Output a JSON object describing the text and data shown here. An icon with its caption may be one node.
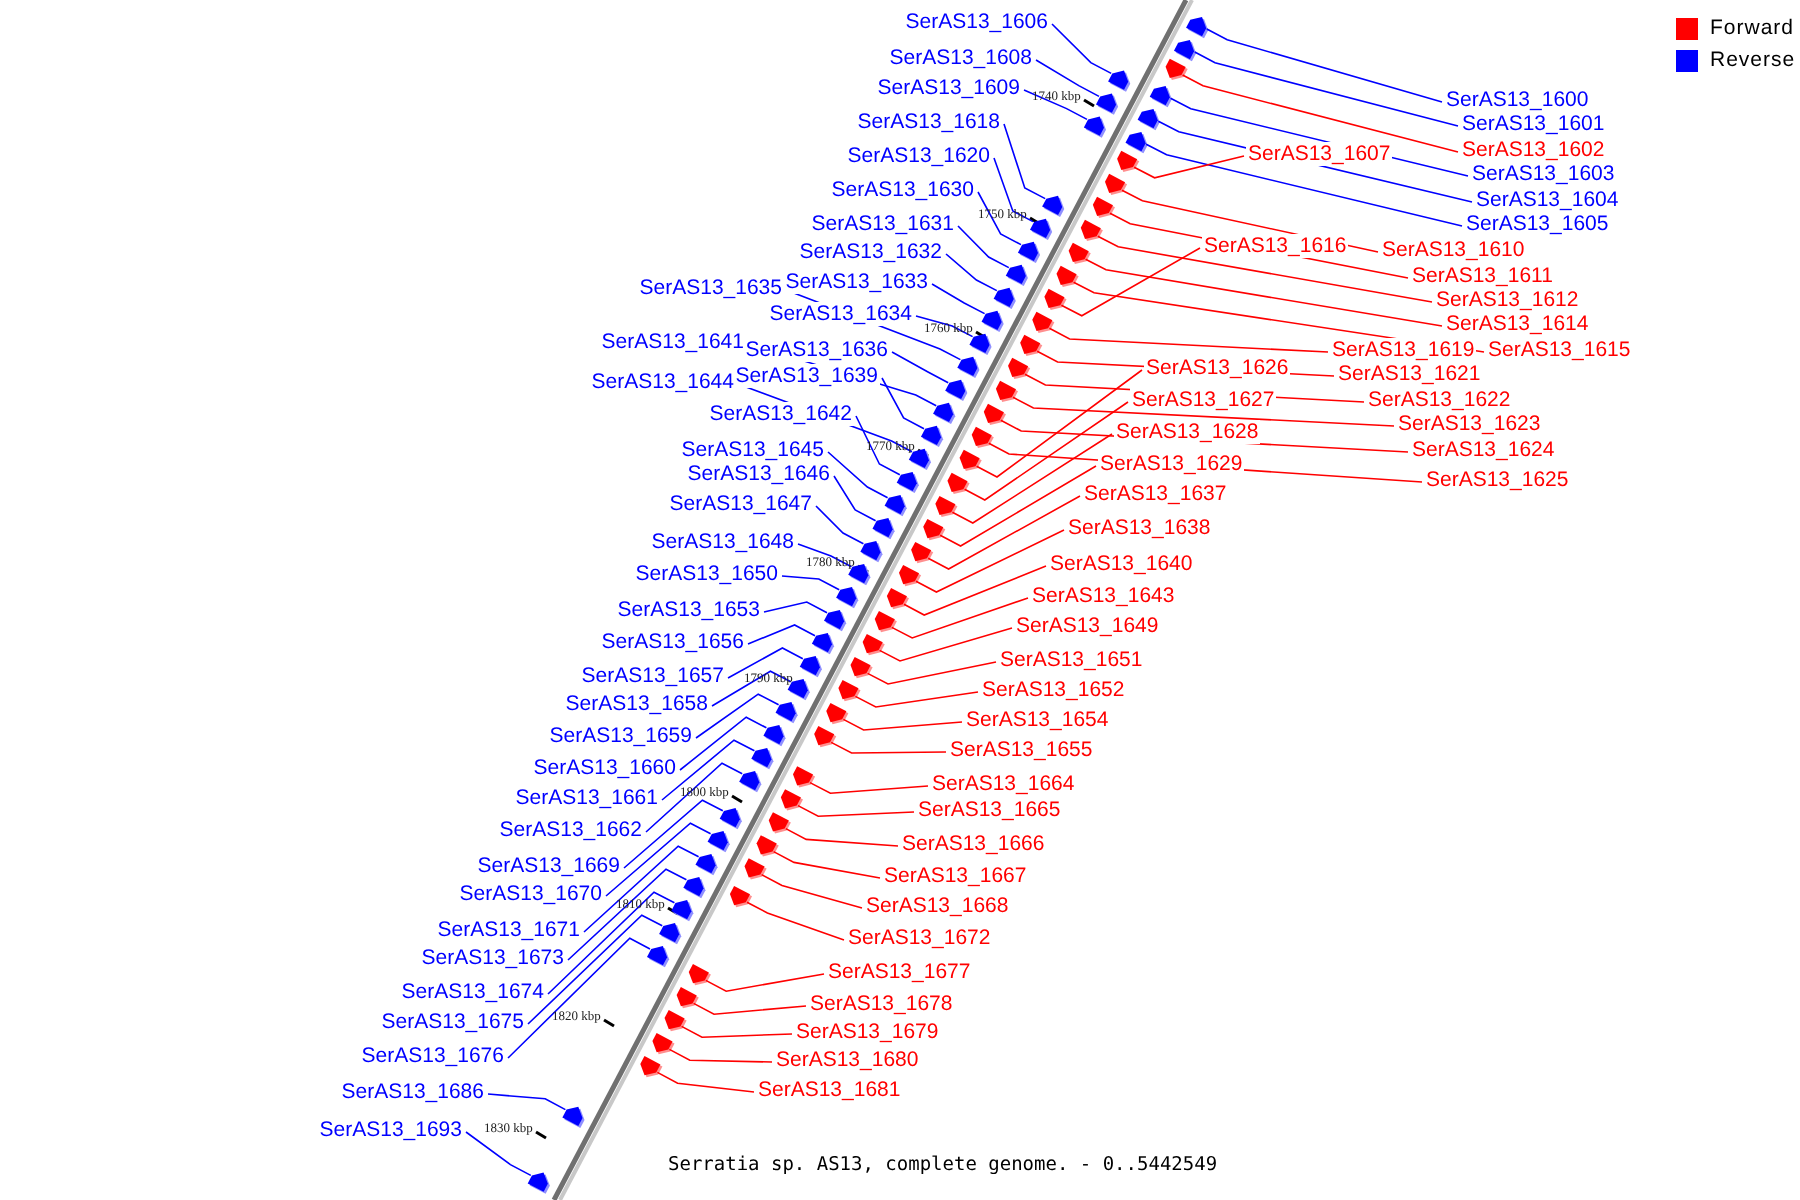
{
  "diagram": {
    "caption": "Serratia sp. AS13, complete genome. - 0..5442549",
    "nodes": [
      {
        "text": [
          "SerAS13_1606"
        ]
      },
      {
        "text": [
          "SerAS13_1608"
        ]
      },
      {
        "text": [
          "SerAS13_1609"
        ]
      },
      {
        "text": [
          "SerAS13_1618"
        ]
      },
      {
        "text": [
          "SerAS13_1620"
        ]
      },
      {
        "text": [
          "SerAS13_1630"
        ]
      },
      {
        "text": [
          "SerAS13_1631"
        ]
      },
      {
        "text": [
          "SerAS13_1632"
        ]
      },
      {
        "text": [
          "SerAS13_1633"
        ]
      },
      {
        "text": [
          "SerAS13_1635"
        ]
      },
      {
        "text": [
          "SerAS13_1634"
        ]
      },
      {
        "text": [
          "SerAS13_1641"
        ]
      },
      {
        "text": [
          "SerAS13_1636"
        ]
      },
      {
        "text": [
          "SerAS13_1639"
        ]
      },
      {
        "text": [
          "SerAS13_1644"
        ]
      },
      {
        "text": [
          "SerAS13_1642"
        ]
      },
      {
        "text": [
          "SerAS13_1645"
        ]
      },
      {
        "text": [
          "SerAS13_1646"
        ]
      },
      {
        "text": [
          "SerAS13_1647"
        ]
      },
      {
        "text": [
          "SerAS13_1648"
        ]
      },
      {
        "text": [
          "SerAS13_1650"
        ]
      },
      {
        "text": [
          "SerAS13_1653"
        ]
      },
      {
        "text": [
          "SerAS13_1656"
        ]
      },
      {
        "text": [
          "SerAS13_1657"
        ]
      },
      {
        "text": [
          "SerAS13_1658"
        ]
      },
      {
        "text": [
          "SerAS13_1659"
        ]
      },
      {
        "text": [
          "SerAS13_1660"
        ]
      },
      {
        "text": [
          "SerAS13_1661"
        ]
      },
      {
        "text": [
          "SerAS13_1662"
        ]
      },
      {
        "text": [
          "SerAS13_1669"
        ]
      },
      {
        "text": [
          "SerAS13_1670"
        ]
      },
      {
        "text": [
          "SerAS13_1671"
        ]
      },
      {
        "text": [
          "SerAS13_1673"
        ]
      },
      {
        "text": [
          "SerAS13_1674"
        ]
      },
      {
        "text": [
          "SerAS13_1675"
        ]
      },
      {
        "text": [
          "SerAS13_1676"
        ]
      },
      {
        "text": [
          "SerAS13_1686"
        ]
      },
      {
        "text": [
          "SerAS13_1693"
        ]
      },
      {
        "text": [
          "SerAS13_1600"
        ]
      },
      {
        "text": [
          "SerAS13_1601"
        ]
      },
      {
        "text": [
          "SerAS13_1602"
        ]
      },
      {
        "text": [
          "SerAS13_1603"
        ]
      },
      {
        "text": [
          "SerAS13_1604"
        ]
      },
      {
        "text": [
          "SerAS13_1605"
        ]
      },
      {
        "text": [
          "SerAS13_1607"
        ]
      },
      {
        "text": [
          "SerAS13_1610"
        ]
      },
      {
        "text": [
          "SerAS13_1616"
        ]
      },
      {
        "text": [
          "SerAS13_1611"
        ]
      },
      {
        "text": [
          "SerAS13_1612"
        ]
      },
      {
        "text": [
          "SerAS13_1614"
        ]
      },
      {
        "text": [
          "SerAS13_1615"
        ]
      },
      {
        "text": [
          "SerAS13_1619"
        ]
      },
      {
        "text": [
          "SerAS13_1621"
        ]
      },
      {
        "text": [
          "SerAS13_1626"
        ]
      },
      {
        "text": [
          "SerAS13_1622"
        ]
      },
      {
        "text": [
          "SerAS13_1627"
        ]
      },
      {
        "text": [
          "SerAS13_1623"
        ]
      },
      {
        "text": [
          "SerAS13_1624"
        ]
      },
      {
        "text": [
          "SerAS13_1625"
        ]
      },
      {
        "text": [
          "SerAS13_1628"
        ]
      },
      {
        "text": [
          "SerAS13_1629"
        ]
      },
      {
        "text": [
          "SerAS13_1637"
        ]
      },
      {
        "text": [
          "SerAS13_1638"
        ]
      },
      {
        "text": [
          "SerAS13_1640"
        ]
      },
      {
        "text": [
          "SerAS13_1643"
        ]
      },
      {
        "text": [
          "SerAS13_1649"
        ]
      },
      {
        "text": [
          "SerAS13_1651"
        ]
      },
      {
        "text": [
          "SerAS13_1652"
        ]
      },
      {
        "text": [
          "SerAS13_1654"
        ]
      },
      {
        "text": [
          "SerAS13_1655"
        ]
      },
      {
        "text": [
          "SerAS13_1664"
        ]
      },
      {
        "text": [
          "SerAS13_1665"
        ]
      },
      {
        "text": [
          "SerAS13_1666"
        ]
      },
      {
        "text": [
          "SerAS13_1667"
        ]
      },
      {
        "text": [
          "SerAS13_1668"
        ]
      },
      {
        "text": [
          "SerAS13_1672"
        ]
      },
      {
        "text": [
          "SerAS13_1677"
        ]
      },
      {
        "text": [
          "SerAS13_1678"
        ]
      },
      {
        "text": [
          "SerAS13_1679"
        ]
      },
      {
        "text": [
          "SerAS13_1680"
        ]
      },
      {
        "text": [
          "SerAS13_1681"
        ]
      },
      {
        "text": [],
        "shape": "arrow"
      },
      {
        "text": [],
        "shape": "arrow"
      },
      {
        "text": [],
        "shape": "arrow"
      },
      {
        "text": [],
        "shape": "arrow"
      },
      {
        "text": [],
        "shape": "arrow"
      },
      {
        "text": [],
        "shape": "arrow"
      },
      {
        "text": [],
        "shape": "arrow"
      },
      {
        "text": [],
        "shape": "arrow"
      },
      {
        "text": [],
        "shape": "arrow"
      },
      {
        "text": [],
        "shape": "arrow"
      },
      {
        "text": [],
        "shape": "arrow"
      },
      {
        "text": [],
        "shape": "arrow"
      },
      {
        "text": [],
        "shape": "arrow"
      },
      {
        "text": [],
        "shape": "arrow"
      },
      {
        "text": [],
        "shape": "arrow"
      },
      {
        "text": [],
        "shape": "arrow"
      },
      {
        "text": [],
        "shape": "arrow"
      },
      {
        "text": [],
        "shape": "arrow"
      },
      {
        "text": [],
        "shape": "arrow"
      },
      {
        "text": [],
        "shape": "arrow"
      },
      {
        "text": [],
        "shape": "arrow"
      },
      {
        "text": [],
        "shape": "arrow"
      },
      {
        "text": [],
        "shape": "arrow"
      },
      {
        "text": [],
        "shape": "arrow"
      },
      {
        "text": [],
        "shape": "arrow"
      },
      {
        "text": [],
        "shape": "arrow"
      },
      {
        "text": [],
        "shape": "arrow"
      },
      {
        "text": [],
        "shape": "arrow"
      },
      {
        "text": [],
        "shape": "arrow"
      },
      {
        "text": [],
        "shape": "arrow"
      },
      {
        "text": [],
        "shape": "arrow"
      },
      {
        "text": [],
        "shape": "arrow"
      },
      {
        "text": [],
        "shape": "arrow"
      },
      {
        "text": [],
        "shape": "arrow"
      },
      {
        "text": [],
        "shape": "arrow"
      },
      {
        "text": [],
        "shape": "arrow"
      },
      {
        "text": [],
        "shape": "arrow"
      },
      {
        "text": [],
        "shape": "arrow"
      },
      {
        "text": [],
        "shape": "arrow"
      },
      {
        "text": [],
        "shape": "arrow"
      },
      {
        "text": [],
        "shape": "arrow"
      },
      {
        "text": [],
        "shape": "arrow"
      },
      {
        "text": [],
        "shape": "arrow"
      },
      {
        "text": [],
        "shape": "arrow"
      },
      {
        "text": [],
        "shape": "arrow"
      },
      {
        "text": [],
        "shape": "arrow"
      },
      {
        "text": [],
        "shape": "arrow"
      },
      {
        "text": [],
        "shape": "arrow"
      },
      {
        "text": [],
        "shape": "arrow"
      },
      {
        "text": [],
        "shape": "arrow"
      },
      {
        "text": [],
        "shape": "arrow"
      },
      {
        "text": [],
        "shape": "arrow"
      },
      {
        "text": [],
        "shape": "arrow"
      },
      {
        "text": [],
        "shape": "arrow"
      },
      {
        "text": [],
        "shape": "arrow"
      },
      {
        "text": [],
        "shape": "arrow"
      },
      {
        "text": [],
        "shape": "arrow"
      },
      {
        "text": [],
        "shape": "arrow"
      },
      {
        "text": [],
        "shape": "arrow"
      },
      {
        "text": [],
        "shape": "arrow"
      },
      {
        "text": [],
        "shape": "arrow"
      },
      {
        "text": [],
        "shape": "arrow"
      },
      {
        "text": [],
        "shape": "arrow"
      },
      {
        "text": [],
        "shape": "arrow"
      },
      {
        "text": [],
        "shape": "arrow"
      },
      {
        "text": [],
        "shape": "arrow"
      },
      {
        "text": [],
        "shape": "arrow"
      },
      {
        "text": [],
        "shape": "arrow"
      },
      {
        "text": [],
        "shape": "arrow"
      },
      {
        "text": [],
        "shape": "arrow"
      },
      {
        "text": [],
        "shape": "arrow"
      },
      {
        "text": [],
        "shape": "arrow"
      },
      {
        "text": [],
        "shape": "arrow"
      },
      {
        "text": [],
        "shape": "arrow"
      },
      {
        "text": [],
        "shape": "arrow"
      },
      {
        "text": [],
        "shape": "arrow"
      },
      {
        "text": [],
        "shape": "arrow"
      },
      {
        "text": [],
        "shape": "arrow"
      },
      {
        "text": [],
        "shape": "arrow"
      },
      {
        "text": [],
        "shape": "arrow"
      },
      {
        "text": [],
        "shape": "arrow"
      }
    ],
    "edges": [
      {
        "from": 0,
        "to": 81,
        "arrow": "none"
      },
      {
        "from": 1,
        "to": 82,
        "arrow": "none"
      },
      {
        "from": 2,
        "to": 83,
        "arrow": "none"
      },
      {
        "from": 3,
        "to": 84,
        "arrow": "none"
      },
      {
        "from": 4,
        "to": 85,
        "arrow": "none"
      },
      {
        "from": 5,
        "to": 86,
        "arrow": "none"
      },
      {
        "from": 6,
        "to": 87,
        "arrow": "none"
      },
      {
        "from": 7,
        "to": 88,
        "arrow": "none"
      },
      {
        "from": 8,
        "to": 89,
        "arrow": "none"
      },
      {
        "from": 9,
        "to": 90,
        "arrow": "none"
      },
      {
        "from": 10,
        "to": 91,
        "arrow": "none"
      },
      {
        "from": 11,
        "to": 92,
        "arrow": "none"
      },
      {
        "from": 12,
        "to": 93,
        "arrow": "none"
      },
      {
        "from": 13,
        "to": 94,
        "arrow": "none"
      },
      {
        "from": 14,
        "to": 95,
        "arrow": "none"
      },
      {
        "from": 15,
        "to": 96,
        "arrow": "none"
      },
      {
        "from": 16,
        "to": 97,
        "arrow": "none"
      },
      {
        "from": 17,
        "to": 98,
        "arrow": "none"
      },
      {
        "from": 18,
        "to": 99,
        "arrow": "none"
      },
      {
        "from": 19,
        "to": 100,
        "arrow": "none"
      },
      {
        "from": 20,
        "to": 101,
        "arrow": "none"
      },
      {
        "from": 21,
        "to": 102,
        "arrow": "none"
      },
      {
        "from": 22,
        "to": 103,
        "arrow": "none"
      },
      {
        "from": 23,
        "to": 104,
        "arrow": "none"
      },
      {
        "from": 24,
        "to": 105,
        "arrow": "none"
      },
      {
        "from": 25,
        "to": 106,
        "arrow": "none"
      },
      {
        "from": 26,
        "to": 107,
        "arrow": "none"
      },
      {
        "from": 27,
        "to": 108,
        "arrow": "none"
      },
      {
        "from": 28,
        "to": 109,
        "arrow": "none"
      },
      {
        "from": 29,
        "to": 110,
        "arrow": "none"
      },
      {
        "from": 30,
        "to": 111,
        "arrow": "none"
      },
      {
        "from": 31,
        "to": 112,
        "arrow": "none"
      },
      {
        "from": 32,
        "to": 113,
        "arrow": "none"
      },
      {
        "from": 33,
        "to": 114,
        "arrow": "none"
      },
      {
        "from": 34,
        "to": 115,
        "arrow": "none"
      },
      {
        "from": 35,
        "to": 116,
        "arrow": "none"
      },
      {
        "from": 36,
        "to": 117,
        "arrow": "none"
      },
      {
        "from": 37,
        "to": 118,
        "arrow": "none"
      },
      {
        "from": 38,
        "to": 119,
        "arrow": "none"
      },
      {
        "from": 39,
        "to": 120,
        "arrow": "none"
      },
      {
        "from": 40,
        "to": 121,
        "arrow": "none",
        "color": "#ff0000"
      },
      {
        "from": 41,
        "to": 122,
        "arrow": "none"
      },
      {
        "from": 42,
        "to": 123,
        "arrow": "none"
      },
      {
        "from": 43,
        "to": 124,
        "arrow": "none"
      },
      {
        "from": 44,
        "to": 125,
        "arrow": "none",
        "color": "#ff0000"
      },
      {
        "from": 45,
        "to": 126,
        "arrow": "none",
        "color": "#ff0000"
      },
      {
        "from": 46,
        "to": 127,
        "arrow": "none",
        "color": "#ff0000"
      },
      {
        "from": 47,
        "to": 128,
        "arrow": "none",
        "color": "#ff0000"
      },
      {
        "from": 48,
        "to": 129,
        "arrow": "none",
        "color": "#ff0000"
      },
      {
        "from": 49,
        "to": 130,
        "arrow": "none",
        "color": "#ff0000"
      },
      {
        "from": 50,
        "to": 131,
        "arrow": "none",
        "color": "#ff0000"
      },
      {
        "from": 51,
        "to": 132,
        "arrow": "none",
        "color": "#ff0000"
      },
      {
        "from": 52,
        "to": 133,
        "arrow": "none",
        "color": "#ff0000"
      },
      {
        "from": 53,
        "to": 134,
        "arrow": "none",
        "color": "#ff0000"
      },
      {
        "from": 54,
        "to": 135,
        "arrow": "none",
        "color": "#ff0000"
      },
      {
        "from": 55,
        "to": 136,
        "arrow": "none",
        "color": "#ff0000"
      },
      {
        "from": 56,
        "to": 137,
        "arrow": "none",
        "color": "#ff0000"
      },
      {
        "from": 57,
        "to": 138,
        "arrow": "none",
        "color": "#ff0000"
      },
      {
        "from": 58,
        "to": 139,
        "arrow": "none",
        "color": "#ff0000"
      },
      {
        "from": 59,
        "to": 140,
        "arrow": "none",
        "color": "#ff0000"
      },
      {
        "from": 60,
        "to": 141,
        "arrow": "none",
        "color": "#ff0000"
      },
      {
        "from": 61,
        "to": 142,
        "arrow": "none",
        "color": "#ff0000"
      },
      {
        "from": 62,
        "to": 143,
        "arrow": "none",
        "color": "#ff0000"
      },
      {
        "from": 63,
        "to": 144,
        "arrow": "none",
        "color": "#ff0000"
      },
      {
        "from": 64,
        "to": 145,
        "arrow": "none",
        "color": "#ff0000"
      },
      {
        "from": 65,
        "to": 146,
        "arrow": "none",
        "color": "#ff0000"
      },
      {
        "from": 66,
        "to": 147,
        "arrow": "none",
        "color": "#ff0000"
      },
      {
        "from": 67,
        "to": 148,
        "arrow": "none",
        "color": "#ff0000"
      },
      {
        "from": 68,
        "to": 149,
        "arrow": "none",
        "color": "#ff0000"
      },
      {
        "from": 69,
        "to": 150,
        "arrow": "none",
        "color": "#ff0000"
      },
      {
        "from": 70,
        "to": 151,
        "arrow": "none",
        "color": "#ff0000"
      },
      {
        "from": 71,
        "to": 152,
        "arrow": "none",
        "color": "#ff0000"
      },
      {
        "from": 72,
        "to": 153,
        "arrow": "none",
        "color": "#ff0000"
      },
      {
        "from": 73,
        "to": 154,
        "arrow": "none",
        "color": "#ff0000"
      },
      {
        "from": 74,
        "to": 155,
        "arrow": "none",
        "color": "#ff0000"
      },
      {
        "from": 75,
        "to": 156,
        "arrow": "none",
        "color": "#ff0000"
      },
      {
        "from": 76,
        "to": 157,
        "arrow": "none",
        "color": "#ff0000"
      },
      {
        "from": 77,
        "to": 158,
        "arrow": "none",
        "color": "#ff0000"
      },
      {
        "from": 78,
        "to": 159,
        "arrow": "none",
        "color": "#ff0000"
      },
      {
        "from": 79,
        "to": 160,
        "arrow": "none",
        "color": "#ff0000"
      },
      {
        "from": 80,
        "to": 161,
        "arrow": "none",
        "color": "#ff0000"
      }
    ],
    "labels": [
      "1740 kbp",
      "1750 kbp",
      "1760 kbp",
      "1770 kbp",
      "1780 kbp",
      "1790 kbp",
      "1800 kbp",
      "1810 kbp",
      "1820 kbp",
      "1830 kbp"
    ],
    "legend": [
      {
        "text": "Forward",
        "color": "#ff0000"
      },
      {
        "text": "Reverse",
        "color": "#0000ff"
      }
    ]
  }
}
